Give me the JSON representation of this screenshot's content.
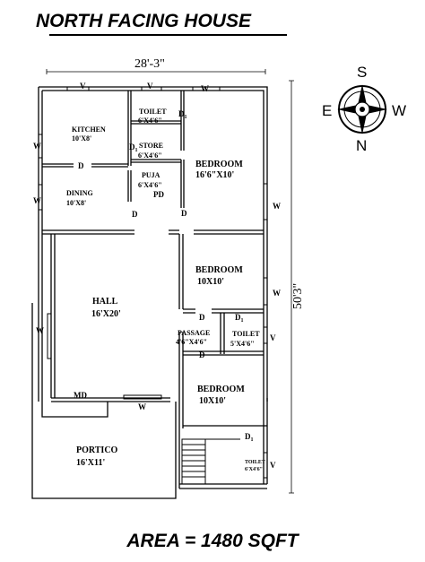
{
  "title": "NORTH FACING HOUSE",
  "area_label": "AREA = 1480  SQFT",
  "dimensions": {
    "width": "28'-3\"",
    "depth": "50'3\""
  },
  "compass": {
    "top": "S",
    "left": "E",
    "right": "W",
    "bottom": "N"
  },
  "rooms": {
    "kitchen": {
      "name": "KITCHEN",
      "size": "10'X8'"
    },
    "toilet1": {
      "name": "TOILET",
      "size": "6'X4'6\""
    },
    "store": {
      "name": "STORE",
      "size": "6'X4'6\""
    },
    "puja": {
      "name": "PUJA",
      "size": "6'X4'6\""
    },
    "dining": {
      "name": "DINING",
      "size": "10'X8'"
    },
    "bedroom1": {
      "name": "BEDROOM",
      "size": "16'6\"X10'"
    },
    "bedroom2": {
      "name": "BEDROOM",
      "size": "10X10'"
    },
    "hall": {
      "name": "HALL",
      "size": "16'X20'"
    },
    "passage": {
      "name": "PASSAGE",
      "size": "4'6\"X4'6\""
    },
    "toilet2": {
      "name": "TOILET",
      "size": "5'X4'6\""
    },
    "bedroom3": {
      "name": "BEDROOM",
      "size": "10X10'"
    },
    "toilet3": {
      "name": "TOILET",
      "size": "6'X4'6\""
    },
    "portico": {
      "name": "PORTICO",
      "size": "16'X11'"
    }
  },
  "marks": {
    "door": "D",
    "door1": "D",
    "door1_sub": "1",
    "window": "W",
    "ventilator": "V",
    "puja_door": "PD",
    "main_door": "MD"
  }
}
